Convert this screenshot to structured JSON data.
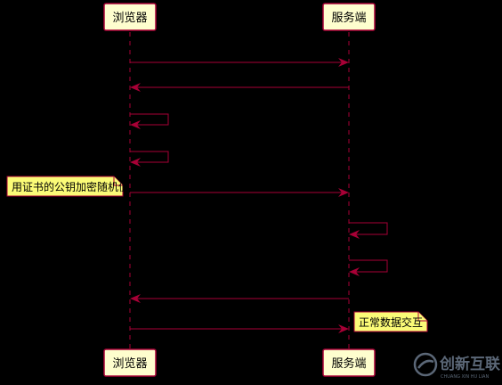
{
  "participants": {
    "browser": "浏览器",
    "server": "服务端"
  },
  "notes": {
    "encrypt_random": "用证书的公钥加密随机值",
    "normal_exchange": "正常数据交互"
  },
  "watermark": {
    "brand": "创新互联",
    "sub": "CHUANG XIN HU LIAN"
  },
  "colors": {
    "background": "#000000",
    "line": "#A80036",
    "participant_fill": "#FEFECE",
    "note_fill": "#FBFB77"
  }
}
